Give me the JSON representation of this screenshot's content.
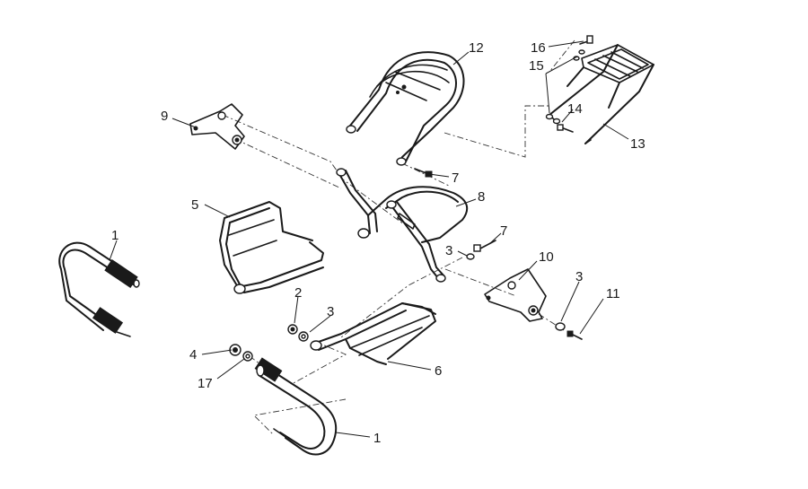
{
  "diagram": {
    "callouts": [
      {
        "id": "c12",
        "label": "12"
      },
      {
        "id": "c16",
        "label": "16"
      },
      {
        "id": "c15",
        "label": "15"
      },
      {
        "id": "c14",
        "label": "14"
      },
      {
        "id": "c13",
        "label": "13"
      },
      {
        "id": "c9",
        "label": "9"
      },
      {
        "id": "c7a",
        "label": "7"
      },
      {
        "id": "c8",
        "label": "8"
      },
      {
        "id": "c5",
        "label": "5"
      },
      {
        "id": "c7b",
        "label": "7"
      },
      {
        "id": "c3a",
        "label": "3"
      },
      {
        "id": "c1a",
        "label": "1"
      },
      {
        "id": "c10",
        "label": "10"
      },
      {
        "id": "c3b",
        "label": "3"
      },
      {
        "id": "c11",
        "label": "11"
      },
      {
        "id": "c2",
        "label": "2"
      },
      {
        "id": "c3c",
        "label": "3"
      },
      {
        "id": "c4",
        "label": "4"
      },
      {
        "id": "c6",
        "label": "6"
      },
      {
        "id": "c17",
        "label": "17"
      },
      {
        "id": "c1b",
        "label": "1"
      }
    ]
  }
}
